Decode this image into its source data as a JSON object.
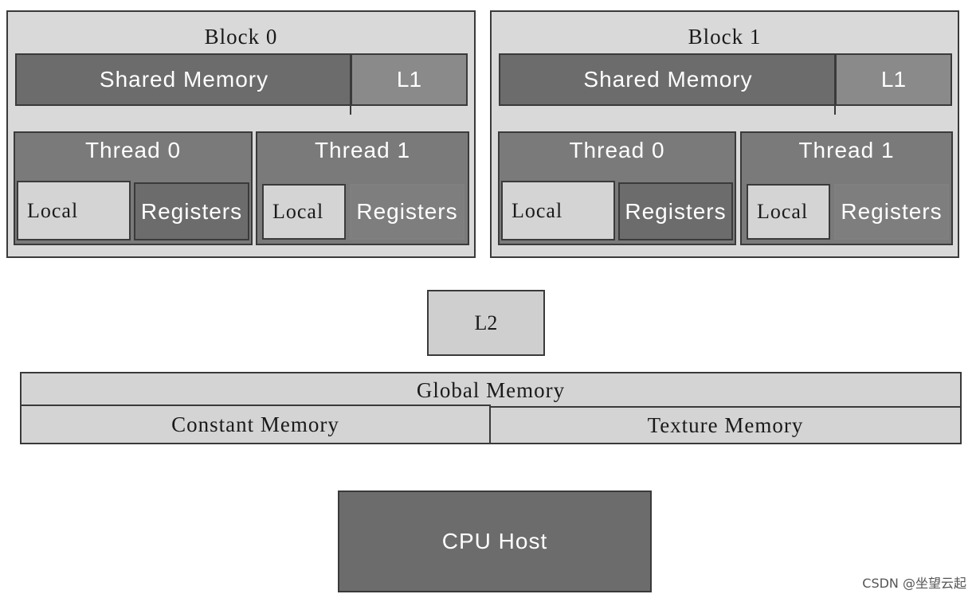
{
  "blocks": [
    {
      "title": "Block 0",
      "shared_label": "Shared Memory",
      "l1_label": "L1",
      "threads": [
        {
          "title": "Thread 0",
          "local_label": "Local",
          "registers_label": "Registers"
        },
        {
          "title": "Thread 1",
          "local_label": "Local",
          "registers_label": "Registers"
        }
      ]
    },
    {
      "title": "Block 1",
      "shared_label": "Shared Memory",
      "l1_label": "L1",
      "threads": [
        {
          "title": "Thread 0",
          "local_label": "Local",
          "registers_label": "Registers"
        },
        {
          "title": "Thread 1",
          "local_label": "Local",
          "registers_label": "Registers"
        }
      ]
    }
  ],
  "l2_label": "L2",
  "global_memory": {
    "title": "Global Memory",
    "constant_label": "Constant Memory",
    "texture_label": "Texture Memory"
  },
  "cpu_host_label": "CPU Host",
  "watermark": "CSDN @坐望云起",
  "colors": {
    "dark_gray": "#6c6c6c",
    "mid_gray": "#7a7a7a",
    "light_gray": "#d9d9d9",
    "border": "#3a3a3a"
  }
}
